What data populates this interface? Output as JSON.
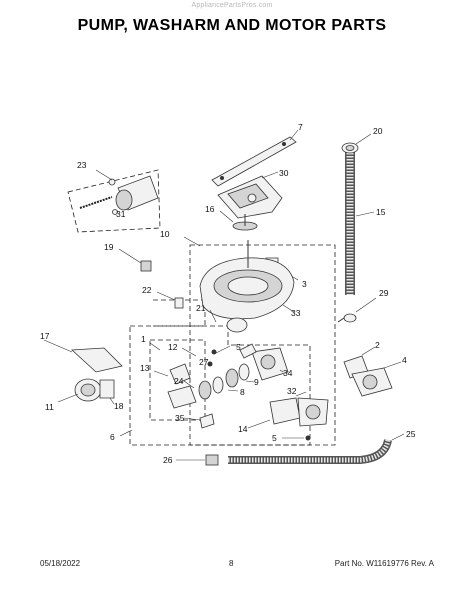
{
  "watermark": "AppliancePartsPros.com",
  "title": "PUMP, WASHARM AND MOTOR PARTS",
  "footer": {
    "date": "05/18/2022",
    "page": "8",
    "part_no": "Part No. W11619776  Rev. A"
  },
  "callouts": {
    "c1": "1",
    "c2": "2",
    "c3": "3",
    "c4": "4",
    "c5a": "5",
    "c5b": "5",
    "c6": "6",
    "c7": "7",
    "c8": "8",
    "c9": "9",
    "c10": "10",
    "c11": "11",
    "c12": "12",
    "c13": "13",
    "c14": "14",
    "c15": "15",
    "c16": "16",
    "c17": "17",
    "c18": "18",
    "c19": "19",
    "c20": "20",
    "c21": "21",
    "c22": "22",
    "c23": "23",
    "c24": "24",
    "c25": "25",
    "c26": "26",
    "c27": "27",
    "c29": "29",
    "c30": "30",
    "c31": "31",
    "c32": "32",
    "c33": "33",
    "c34": "34",
    "c35": "35"
  }
}
